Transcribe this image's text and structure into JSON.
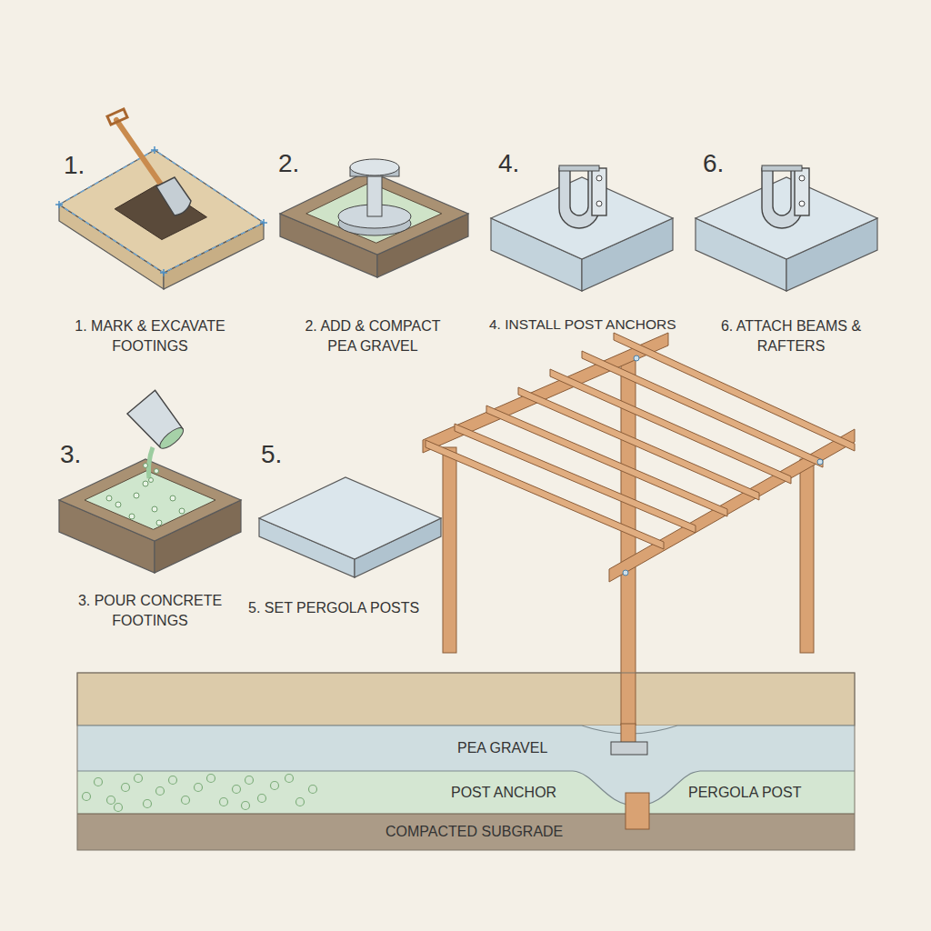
{
  "diagram": {
    "nodes": [
      {
        "text": [
          "PEA GRAVEL"
        ]
      },
      {
        "text": [
          "POST ANCHOR",
          "PERGOLA POST"
        ]
      },
      {
        "text": [
          "COMPACTED SUBGRADE"
        ]
      }
    ],
    "labels": [
      "1.",
      "1. MARK & EXCAVATE FOOTINGS",
      "2.",
      "2. ADD & COMPACT PEA GRAVEL",
      "4.",
      "4. INSTALL POST ANCHORS",
      "6.",
      "6. ATTACH BEAMS & RAFTERS",
      "3.",
      "3. POUR CONCRETE FOOTINGS",
      "5.",
      "5. SET PERGOLA POSTS"
    ]
  }
}
